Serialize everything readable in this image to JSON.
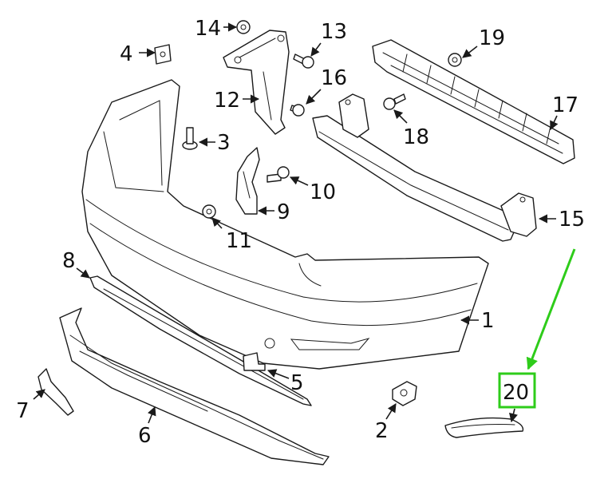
{
  "highlight": {
    "color": "#2ecc1a"
  },
  "callouts": [
    {
      "id": "1",
      "label": "1"
    },
    {
      "id": "2",
      "label": "2"
    },
    {
      "id": "3",
      "label": "3"
    },
    {
      "id": "4",
      "label": "4"
    },
    {
      "id": "5",
      "label": "5"
    },
    {
      "id": "6",
      "label": "6"
    },
    {
      "id": "7",
      "label": "7"
    },
    {
      "id": "8",
      "label": "8"
    },
    {
      "id": "9",
      "label": "9"
    },
    {
      "id": "10",
      "label": "10"
    },
    {
      "id": "11",
      "label": "11"
    },
    {
      "id": "12",
      "label": "12"
    },
    {
      "id": "13",
      "label": "13"
    },
    {
      "id": "14",
      "label": "14"
    },
    {
      "id": "15",
      "label": "15"
    },
    {
      "id": "16",
      "label": "16"
    },
    {
      "id": "17",
      "label": "17"
    },
    {
      "id": "18",
      "label": "18"
    },
    {
      "id": "19",
      "label": "19"
    },
    {
      "id": "20",
      "label": "20"
    }
  ]
}
